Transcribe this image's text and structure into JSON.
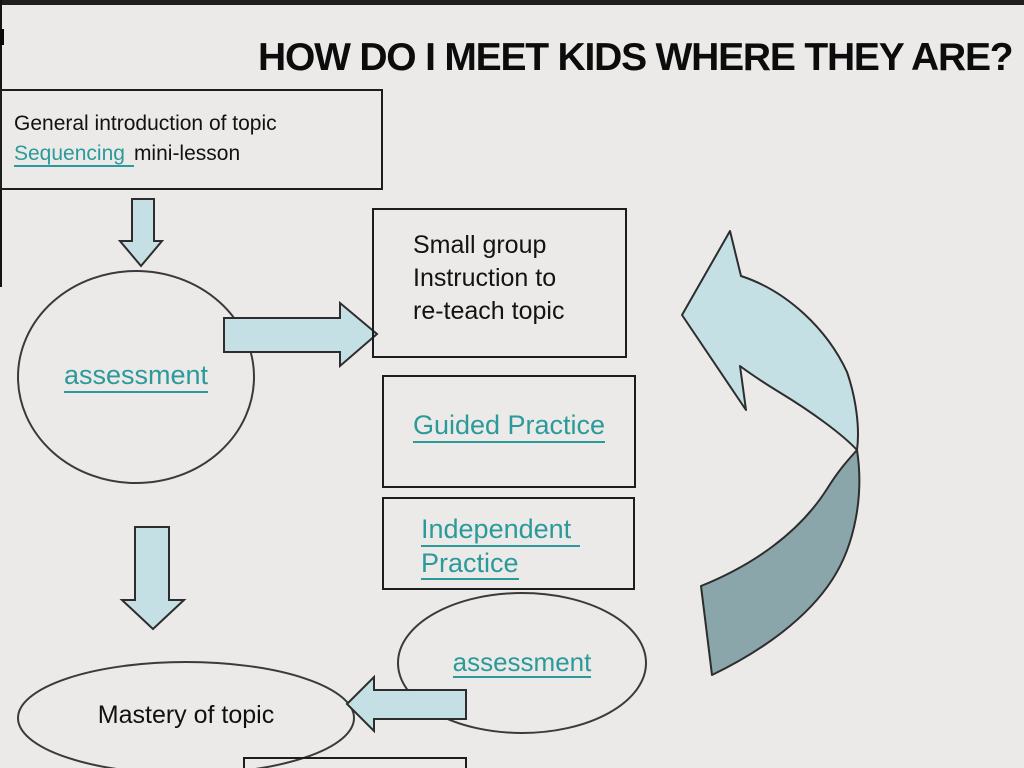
{
  "title": "HOW DO I MEET KIDS WHERE THEY ARE?",
  "intro_box": {
    "line1": "General introduction of topic",
    "link_label": "Sequencing",
    "line2_rest": "mini-lesson"
  },
  "assessment_circle": {
    "label": "assessment"
  },
  "small_group_box": {
    "line1": "Small group",
    "line2": "Instruction to",
    "line3": "re-teach topic"
  },
  "guided_box": {
    "label": "Guided Practice"
  },
  "independent_box": {
    "line1": "Independent",
    "line2": "Practice"
  },
  "assessment_ellipse": {
    "label": "assessment"
  },
  "mastery_ellipse": {
    "label": "Mastery of topic"
  },
  "shapes": {
    "flow_arrows": [
      "down-arrow",
      "right-arrow",
      "down-arrow",
      "left-arrow",
      "curved-return-arrow"
    ]
  },
  "colors": {
    "background": "#eceae8",
    "arrow_fill": "#c5e0e5",
    "arrow_dark_fill": "#8aa6aa",
    "link_teal": "#2a9a9a",
    "shape_outline": "#2d2d2d",
    "box_border": "#1d1d1d",
    "title_text": "#0c0c0c"
  }
}
